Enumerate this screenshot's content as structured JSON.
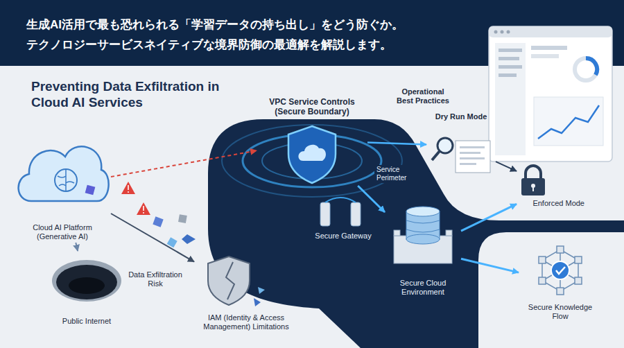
{
  "diagram": {
    "title": "Preventing Data Exfiltration in Cloud AI Services",
    "nodes": [
      {
        "text": [
          "Cloud AI Platform (Generative AI)"
        ]
      },
      {
        "text": [
          "VPC Service Controls (Secure Boundary)"
        ]
      },
      {
        "text": [
          "Dry Run Mode"
        ]
      },
      {
        "text": [
          "Enforced Mode"
        ]
      },
      {
        "text": [
          "Secure Cloud Environment"
        ]
      },
      {
        "text": [
          "Public Internet"
        ]
      },
      {
        "text": [
          "IAM (Identity & Access Management) Limitations"
        ]
      },
      {
        "text": [
          "Secure Knowledge Flow"
        ]
      }
    ],
    "edges": [
      {
        "from": 0,
        "to": 1,
        "arrow": "to"
      },
      {
        "from": 0,
        "to": 5,
        "arrow": "to"
      },
      {
        "from": 0,
        "to": 6,
        "arrow": "to"
      },
      {
        "from": 1,
        "to": 2,
        "arrow": "to"
      },
      {
        "from": 2,
        "to": 3,
        "arrow": "to"
      },
      {
        "from": 1,
        "to": 4,
        "arrow": "to"
      },
      {
        "from": 4,
        "to": 3,
        "arrow": "to"
      },
      {
        "from": 4,
        "to": 7,
        "arrow": "to"
      }
    ],
    "labels": [
      "生成AI活用で最も恐れられる「学習データの持ち出し」をどう防ぐか。",
      "テクノロジーサービスネイティブな境界防御の最適解を解説します。",
      "Service Perimeter",
      "Secure Gateway",
      "Data Exfiltration Risk",
      "Operational Best Practices"
    ]
  }
}
